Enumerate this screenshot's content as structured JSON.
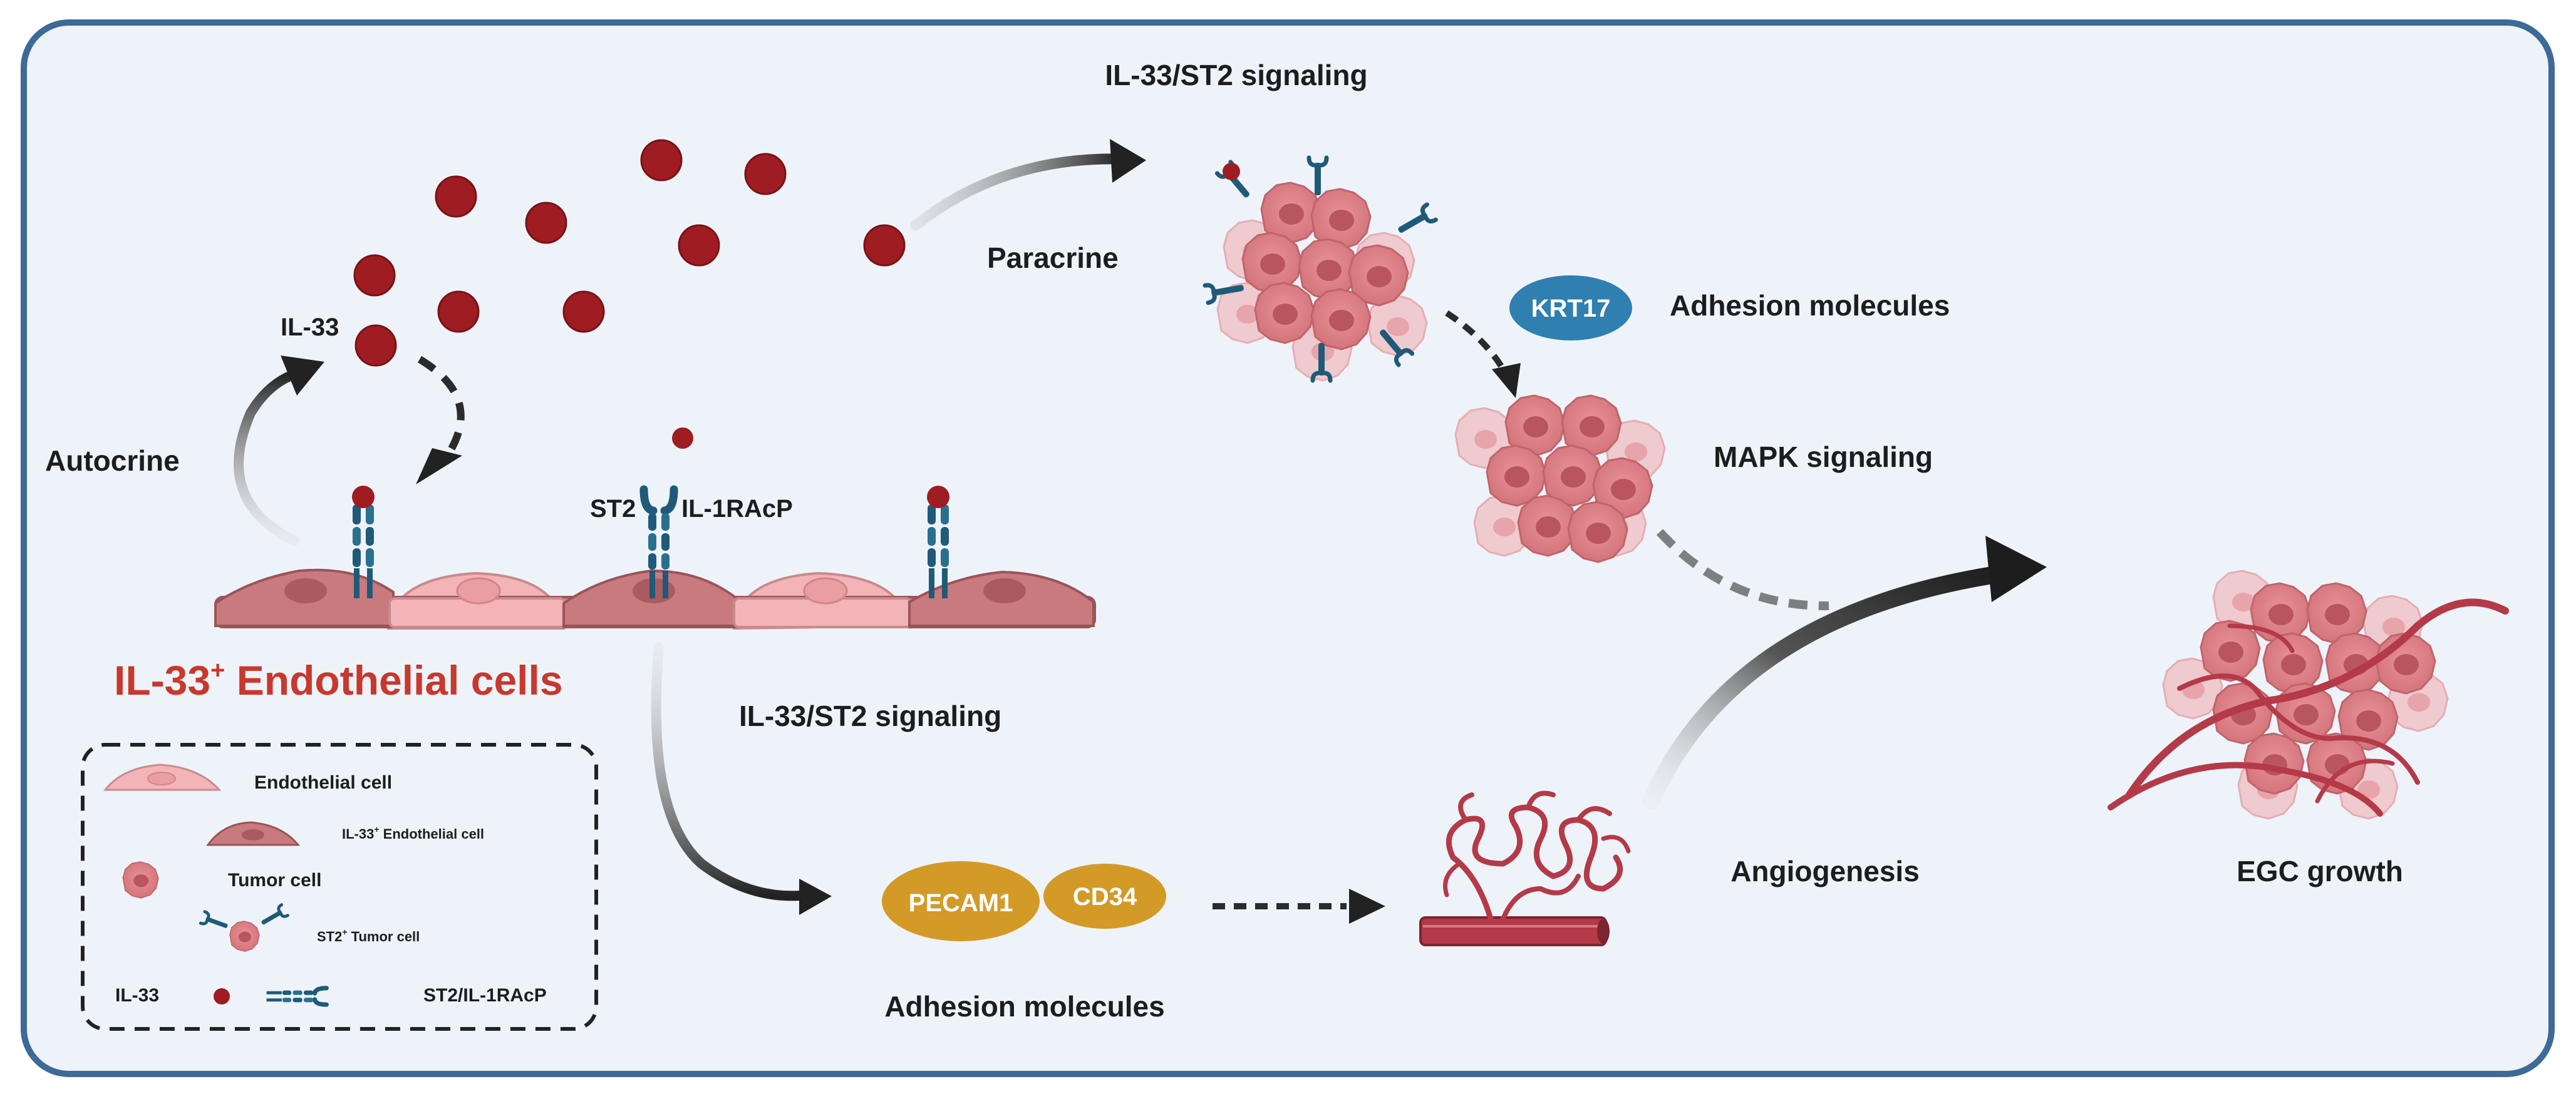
{
  "labels": {
    "signaling_top": "IL-33/ST2 signaling",
    "paracrine": "Paracrine",
    "il33": "IL-33",
    "autocrine": "Autocrine",
    "st2": "ST2",
    "il1racp": "IL-1RAcP",
    "adhesion_top": "Adhesion molecules",
    "mapk": "MAPK signaling",
    "signaling_bottom": "IL-33/ST2 signaling",
    "adhesion_bottom": "Adhesion molecules",
    "angiogenesis": "Angiogenesis",
    "egc_growth": "EGC growth"
  },
  "title": {
    "main": "IL-33",
    "sup": "+",
    "rest": " Endothelial cells"
  },
  "pills": {
    "krt17": "KRT17",
    "pecam1": "PECAM1",
    "cd34": "CD34"
  },
  "legend": {
    "endothelial": "Endothelial cell",
    "il33_endo_a": "IL-33",
    "il33_endo_sup": "+",
    "il33_endo_b": " Endothelial cell",
    "tumor": "Tumor cell",
    "st2_tumor_a": "ST2",
    "st2_tumor_sup": "+",
    "st2_tumor_b": " Tumor cell",
    "il33": "IL-33",
    "st2_il1racp": "ST2/IL-1RAcP"
  },
  "colors": {
    "background": "#eef3fa",
    "frame": "#3d6a96",
    "il33_dot": "#9e1c22",
    "receptor": "#1f5a78",
    "endo_dark": "#c87a7e",
    "endo_light": "#f2b4b6",
    "tumor": "#e4888e",
    "krt17": "#2f7fb0",
    "gold": "#d49a27",
    "title_red": "#c8382d",
    "vessel": "#b43a48"
  },
  "icons": [
    "il33-dot-icon",
    "st2-il1racp-receptor-icon",
    "endothelial-cell-icon",
    "tumor-cell-icon",
    "blood-vessel-icon",
    "tumor-mass-icon"
  ]
}
